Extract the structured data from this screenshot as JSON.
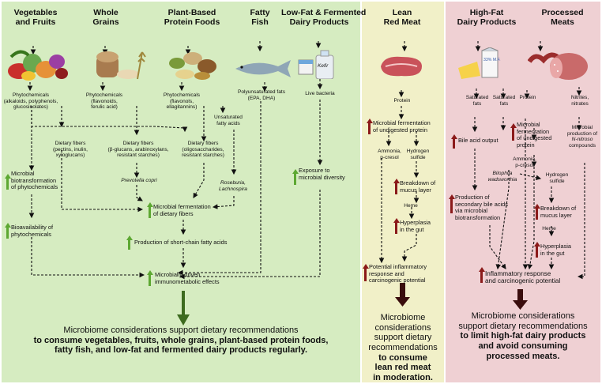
{
  "headers": {
    "veg": [
      "Vegetables",
      "and Fruits"
    ],
    "grains": [
      "Whole",
      "Grains"
    ],
    "plant": [
      "Plant-Based",
      "Protein Foods"
    ],
    "fish": [
      "Fatty",
      "Fish"
    ],
    "dairy": [
      "Low-Fat & Fermented",
      "Dairy Products"
    ],
    "red": [
      "Lean",
      "Red Meat"
    ],
    "hfdairy": [
      "High-Fat",
      "Dairy Products"
    ],
    "processed": [
      "Processed",
      "Meats"
    ]
  },
  "icons": {
    "kefir": "Kefir",
    "milk": "33% M.F."
  },
  "green": {
    "phyto_veg": [
      "Phytochemicals",
      "(alkaloids, polyphenols,",
      "glucosinolates)"
    ],
    "phyto_grain": [
      "Phytochemicals",
      "(flavonoids,",
      "ferulic acid)"
    ],
    "phyto_plant": [
      "Phytochemicals",
      "(flavonols,",
      "ellagitannins)"
    ],
    "unsat": [
      "Unsaturated",
      "fatty acids"
    ],
    "pufa": [
      "Polyunsaturated fats",
      "(EPA, DHA)"
    ],
    "live": "Live bacteria",
    "fiber_veg": [
      "Dietary fibers",
      "(pectins, inulin,",
      "xyloglucans)"
    ],
    "fiber_grain": [
      "Dietary fibers",
      "(β-glucans, arabinoxylans,",
      "resistant starches)"
    ],
    "fiber_plant": [
      "Dietary fibers",
      "(oligosaccharides,",
      "resistant starches)"
    ],
    "prevotella": "Prevotella copri",
    "roseburia": [
      "Roseburia,",
      "Lachnospira"
    ],
    "biotrans": [
      "Microbial",
      "biotransformation",
      "of phytochemicals"
    ],
    "exposure": [
      "Exposure to",
      "microbial diversity"
    ],
    "ferment_fibers": [
      "Microbial fermentation",
      "of dietary fibers"
    ],
    "bioavail": [
      "Bioavailability of",
      "phytochemicals"
    ],
    "scfa": "Production of short-chain fatty acids",
    "immuno": [
      "Microbially-driven",
      "immunometabolic effects"
    ],
    "conclusion_a": "Microbiome considerations support dietary recommendations",
    "conclusion_b": [
      "to consume vegetables, fruits, whole grains, plant-based protein foods,",
      "fatty fish, and low-fat and fermented dairy products regularly."
    ]
  },
  "yellow": {
    "protein": "Protein",
    "ferment_protein": [
      "Microbial fermentation",
      "of undigested protein"
    ],
    "ammonia": [
      "Ammonia,",
      "p-cresol"
    ],
    "h2s": [
      "Hydrogen",
      "sulfide"
    ],
    "mucus": [
      "Breakdown of",
      "mucus layer"
    ],
    "heme": "Heme",
    "hyper": [
      "Hyperplasia",
      "in the gut"
    ],
    "inflam": [
      "Potential inflammatory",
      "response and",
      "carcinogenic potential"
    ],
    "conclusion_a": [
      "Microbiome",
      "considerations",
      "support dietary",
      "recommendations"
    ],
    "conclusion_b": [
      "to consume",
      "lean red meat"
    ],
    "conclusion_c": "in moderation."
  },
  "pink": {
    "satfat1": [
      "Saturated",
      "fats"
    ],
    "satfat2": [
      "Saturated",
      "fats"
    ],
    "protein": "Protein",
    "nitrites": [
      "Nitrites,",
      "nitrates"
    ],
    "bile": "Bile acid output",
    "ferment_protein": [
      "Microbial",
      "fermentation",
      "of undigested",
      "protein"
    ],
    "nitroso": [
      "Microbial",
      "production of",
      "N-nitroso",
      "compounds"
    ],
    "ammonia": [
      "Ammonia,",
      "p-cresol"
    ],
    "bilophila": [
      "Bilophila",
      "wadsworthia"
    ],
    "h2s": [
      "Hydrogen",
      "sulfide"
    ],
    "secondary": [
      "Production of",
      "secondary bile acids",
      "via microbial",
      "biotransformation"
    ],
    "mucus": [
      "Breakdown of",
      "mucus layer"
    ],
    "heme": "Heme",
    "hyper": [
      "Hyperplasia",
      "in the gut"
    ],
    "inflam": [
      "Inflammatory response",
      "and carcinogenic potential"
    ],
    "conclusion_a": [
      "Microbiome considerations",
      "support dietary recommendations"
    ],
    "conclusion_b": [
      "to limit high-fat dairy products",
      "and avoid consuming"
    ],
    "conclusion_c": "processed meats."
  }
}
